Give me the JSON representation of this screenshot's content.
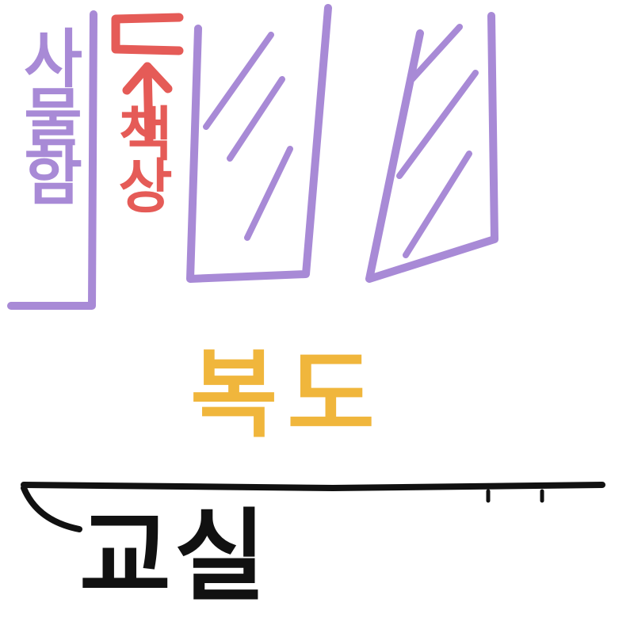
{
  "labels": {
    "locker": "사물함",
    "desk": "책상",
    "hallway": "복도",
    "classroom": "교실"
  },
  "colors": {
    "locker": "#a88ad6",
    "desk": "#e55b57",
    "hallway": "#f0b63c",
    "classroom": "#111111",
    "windows": "#a88ad6",
    "background": "#ffffff"
  },
  "icons": {
    "desk_marker": "up-arrow-icon"
  }
}
